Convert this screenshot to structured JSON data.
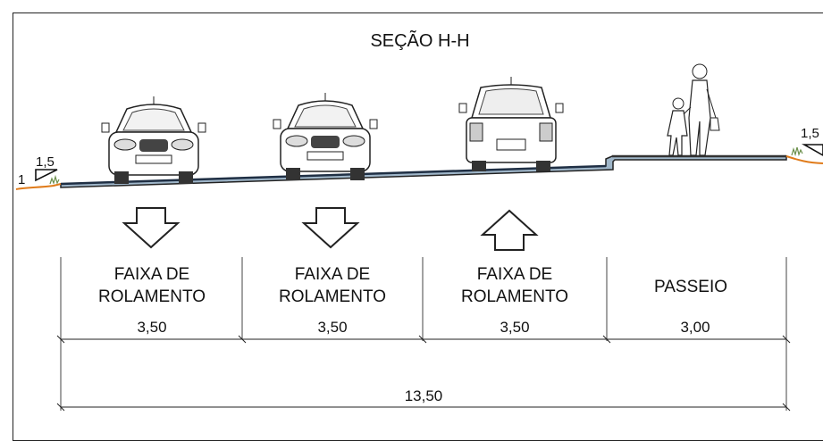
{
  "title": "SEÇÃO H-H",
  "slopes": {
    "left": {
      "run": "1,5",
      "rise": "1"
    },
    "right": {
      "run": "1,5"
    }
  },
  "lanes": [
    {
      "line1": "FAIXA DE",
      "line2": "ROLAMENTO",
      "width": "3,50",
      "direction": "down"
    },
    {
      "line1": "FAIXA DE",
      "line2": "ROLAMENTO",
      "width": "3,50",
      "direction": "down"
    },
    {
      "line1": "FAIXA DE",
      "line2": "ROLAMENTO",
      "width": "3,50",
      "direction": "up"
    }
  ],
  "sidewalk": {
    "label": "PASSEIO",
    "width": "3,00"
  },
  "total_width": "13,50"
}
